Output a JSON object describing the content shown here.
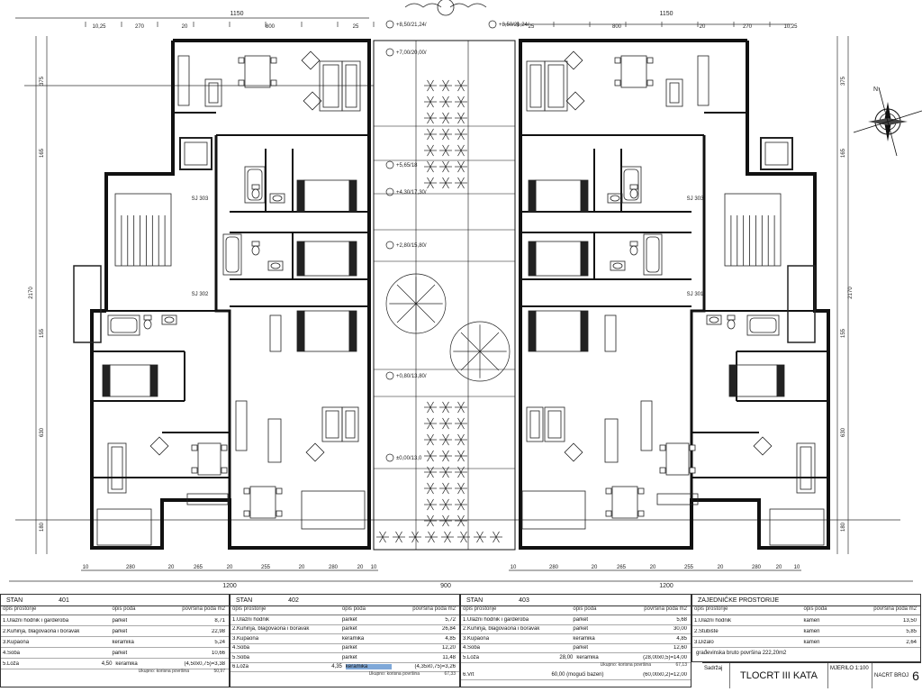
{
  "drawing": {
    "top_dims": [
      "1150",
      "1150"
    ],
    "top_sub_dims_left": [
      "10,25",
      "270",
      "20",
      "800",
      "25"
    ],
    "top_sub_dims_right": [
      "25",
      "800",
      "20",
      "270",
      "10,25"
    ],
    "bottom_sub_dims_left": [
      "10",
      "280",
      "20",
      "265",
      "20",
      "255",
      "20",
      "280",
      "20",
      "10"
    ],
    "bottom_sub_dims_right": [
      "10",
      "280",
      "20",
      "265",
      "20",
      "255",
      "20",
      "280",
      "20",
      "10"
    ],
    "bottom_dims": [
      "1200",
      "900",
      "1200"
    ],
    "side_dims_left": [
      "375",
      "165",
      "2170",
      "155",
      "630",
      "180"
    ],
    "side_dims_right": [
      "375",
      "165",
      "2170",
      "155",
      "630",
      "180"
    ],
    "levels": [
      "+8,50/21,24/",
      "+7,00/20,00/",
      "+5,65/18",
      "+4,30/17,30/",
      "+2,80/15,80/",
      "+0,80/13,80/",
      "±0,00/13,0"
    ],
    "stairs": [
      "SJ 303",
      "SJ 302",
      "SJ 303",
      "SJ 301"
    ]
  },
  "tables": {
    "stan401": {
      "title": "STAN",
      "number": "401",
      "columns": [
        "opis prostorije",
        "opis poda",
        "površina poda m2"
      ],
      "rows": [
        [
          "1.Ulazni hodnik i garderoba",
          "parket",
          "8,71"
        ],
        [
          "2.Kuhinja, blagovaona i boravak",
          "parket",
          "22,98"
        ],
        [
          "3.Kupaona",
          "keramika",
          "5,24"
        ],
        [
          "4.Soba",
          "parket",
          "10,66"
        ],
        [
          "5.Loža",
          "4,50",
          "keramika",
          "(4,50x0,75)=3,38"
        ]
      ],
      "sum_label": "Ukupno: korisna površina",
      "sum_value": "50,97"
    },
    "stan402": {
      "title": "STAN",
      "number": "402",
      "columns": [
        "opis prostorije",
        "opis poda",
        "površina poda m2"
      ],
      "rows": [
        [
          "1.Ulazni hodnik",
          "parket",
          "5,72"
        ],
        [
          "2.Kuhinja, blagovaona i boravak",
          "parket",
          "26,84"
        ],
        [
          "3.Kupaona",
          "keramika",
          "4,85"
        ],
        [
          "4.Soba",
          "parket",
          "12,20"
        ],
        [
          "5.Soba",
          "parket",
          "11,48"
        ],
        [
          "6.Loža",
          "4,35",
          "keramika",
          "(4,35x0,75)=3,26"
        ]
      ],
      "sum_label": "Ukupno: korisna površina",
      "sum_value": "67,33"
    },
    "stan403": {
      "title": "STAN",
      "number": "403",
      "columns": [
        "opis prostorije",
        "opis poda",
        "površina poda m2"
      ],
      "rows": [
        [
          "1.Ulazni hodnik i garderoba",
          "parket",
          "5,68"
        ],
        [
          "2.Kuhinja, blagovaona i boravak",
          "parket",
          "30,00"
        ],
        [
          "3.Kupaona",
          "keramika",
          "4,85"
        ],
        [
          "4.Soba",
          "parket",
          "12,60"
        ],
        [
          "5.Loža",
          "28,00",
          "keramika",
          "(28,00x0,5)=14,00"
        ],
        [
          "6.Vrt",
          "60,00 (mogući bazen)",
          "(60,00x0,2)=12,00"
        ]
      ],
      "sum_label": "Ukupno: korisna površina",
      "sum_value": "67,13"
    },
    "common": {
      "title": "ZAJEDNIČKE PROSTORIJE",
      "columns": [
        "opis prostorije",
        "opis poda",
        "površina poda m2"
      ],
      "rows": [
        [
          "1.Ulazni hodnik",
          "kamen",
          "13,50"
        ],
        [
          "2.Stubište",
          "kamen",
          "5,85"
        ],
        [
          "3.Dizalo",
          "kamen",
          "2,64"
        ]
      ],
      "note": "građevinska bruto površina 222,20m2"
    }
  },
  "titleblock": {
    "sadrzaj": "Sadržaj",
    "title": "TLOCRT  III KATA",
    "mjerilo": "MJERILO 1:100",
    "nacrt": "NACRT BROJ",
    "number": "6"
  }
}
